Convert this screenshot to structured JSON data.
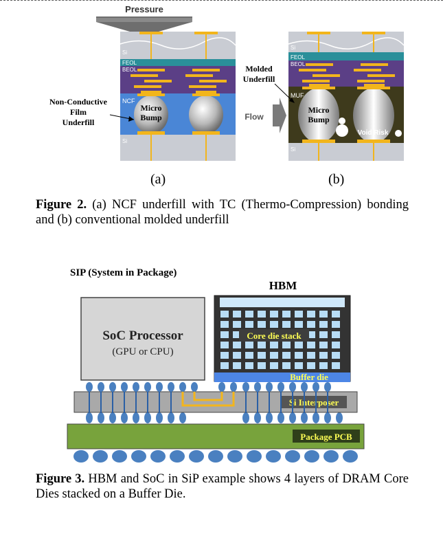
{
  "figure2": {
    "panel_a": {
      "pressure_label": "Pressure",
      "layer_si_top": "Si",
      "layer_feol": "FEOL",
      "layer_beol": "BEOL",
      "layer_ncf": "NCF",
      "layer_si_bottom": "Si",
      "bump_label_1": "Micro",
      "bump_label_2": "Bump",
      "side_label_1": "Non-Conductive",
      "side_label_2": "Film",
      "side_label_3": "Underfill",
      "sublabel": "(a)"
    },
    "panel_b": {
      "layer_si_top": "Si",
      "layer_feol": "FEOL",
      "layer_beol": "BEOL",
      "layer_muf": "MUF",
      "layer_si_bottom": "Si",
      "bump_label_1": "Micro",
      "bump_label_2": "Bump",
      "molded_label_1": "Molded",
      "molded_label_2": "Underfill",
      "flow_label": "Flow",
      "void_label": "Void Risk",
      "sublabel": "(b)"
    },
    "caption_title": "Figure 2.",
    "caption_text": " (a) NCF underfill with TC (Thermo-Compression) bonding and (b) conventional molded underfill"
  },
  "figure3": {
    "sip_title": "SIP (System in Package)",
    "hbm_title": "HBM",
    "soc_title": "SoC Processor",
    "soc_subtitle": "(GPU or CPU)",
    "core_die_label": "Core die stack",
    "buffer_die_label": "Buffer die",
    "interposer_label": "Si Interposer",
    "pcb_label": "Package PCB",
    "caption_title": "Figure 3.",
    "caption_text": " HBM and SoC in SiP example shows 4 layers of DRAM Core Dies stacked on a Buffer Die."
  },
  "colors": {
    "si": "#c9ccd3",
    "feol": "#2a8f9a",
    "beol": "#5b3f86",
    "ncf": "#4a86d6",
    "muf": "#3e3a1c",
    "bump_gold": "#f2b51c",
    "pcb": "#78a33c",
    "interposer": "#a9a9a9",
    "hbm_cell": "#b8ddf6",
    "buffer": "#4d86e6",
    "ball": "#4a80c0",
    "label_yellow": "#ffff55"
  }
}
